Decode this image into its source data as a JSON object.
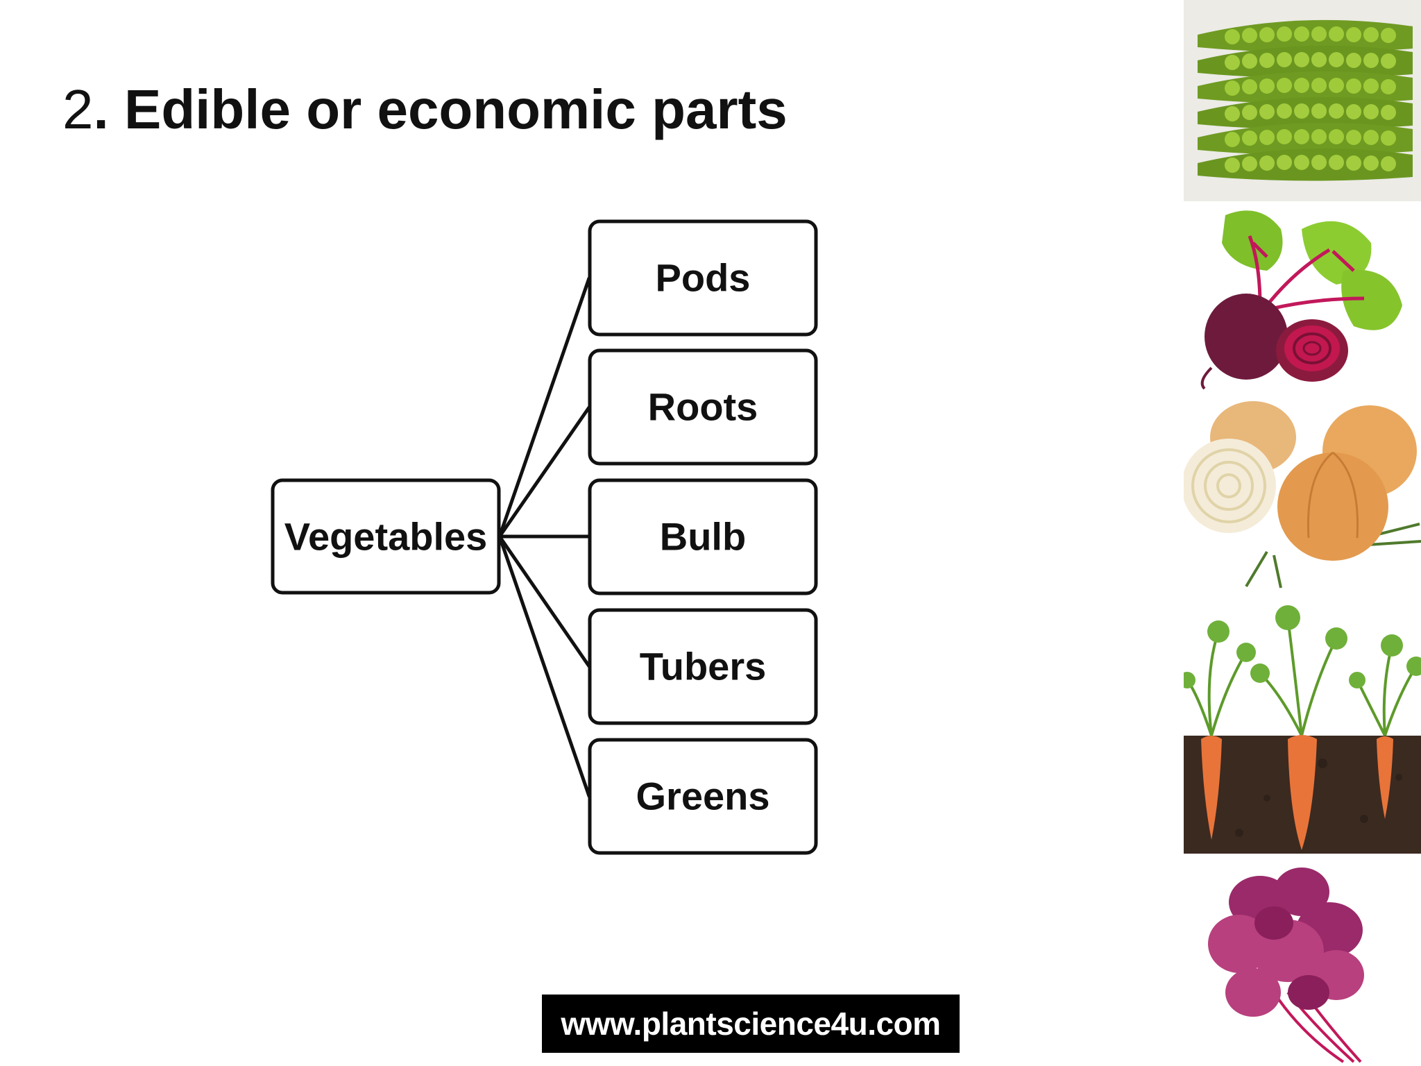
{
  "slide": {
    "title_number": "2",
    "title_text": ". Edible or economic parts"
  },
  "diagram": {
    "root": "Vegetables",
    "children": [
      "Pods",
      "Roots",
      "Bulb",
      "Tubers",
      "Greens"
    ]
  },
  "footer": {
    "url": "www.plantscience4u.com"
  },
  "images": [
    {
      "name": "pea-pods-photo",
      "depicts": "green pea pods"
    },
    {
      "name": "beetroot-photo",
      "depicts": "beetroot with leaves"
    },
    {
      "name": "onion-photo",
      "depicts": "onion bulbs"
    },
    {
      "name": "carrot-photo",
      "depicts": "carrots in soil"
    },
    {
      "name": "red-amaranth-photo",
      "depicts": "red leafy greens"
    }
  ]
}
